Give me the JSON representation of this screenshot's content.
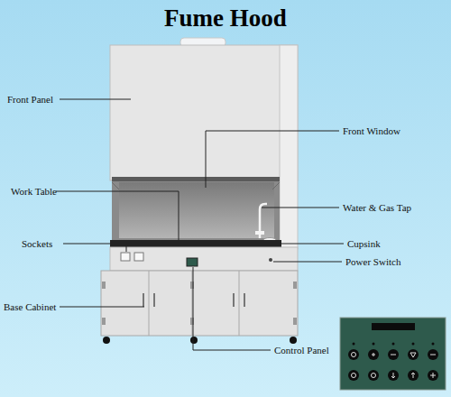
{
  "diagram": {
    "title": "Fume Hood",
    "labels": [
      "Front Panel",
      "Front Window",
      "Work Table",
      "Water & Gas Tap",
      "Sockets",
      "Cupsink",
      "Power Switch",
      "Base Cabinet",
      "Control Panel"
    ]
  }
}
